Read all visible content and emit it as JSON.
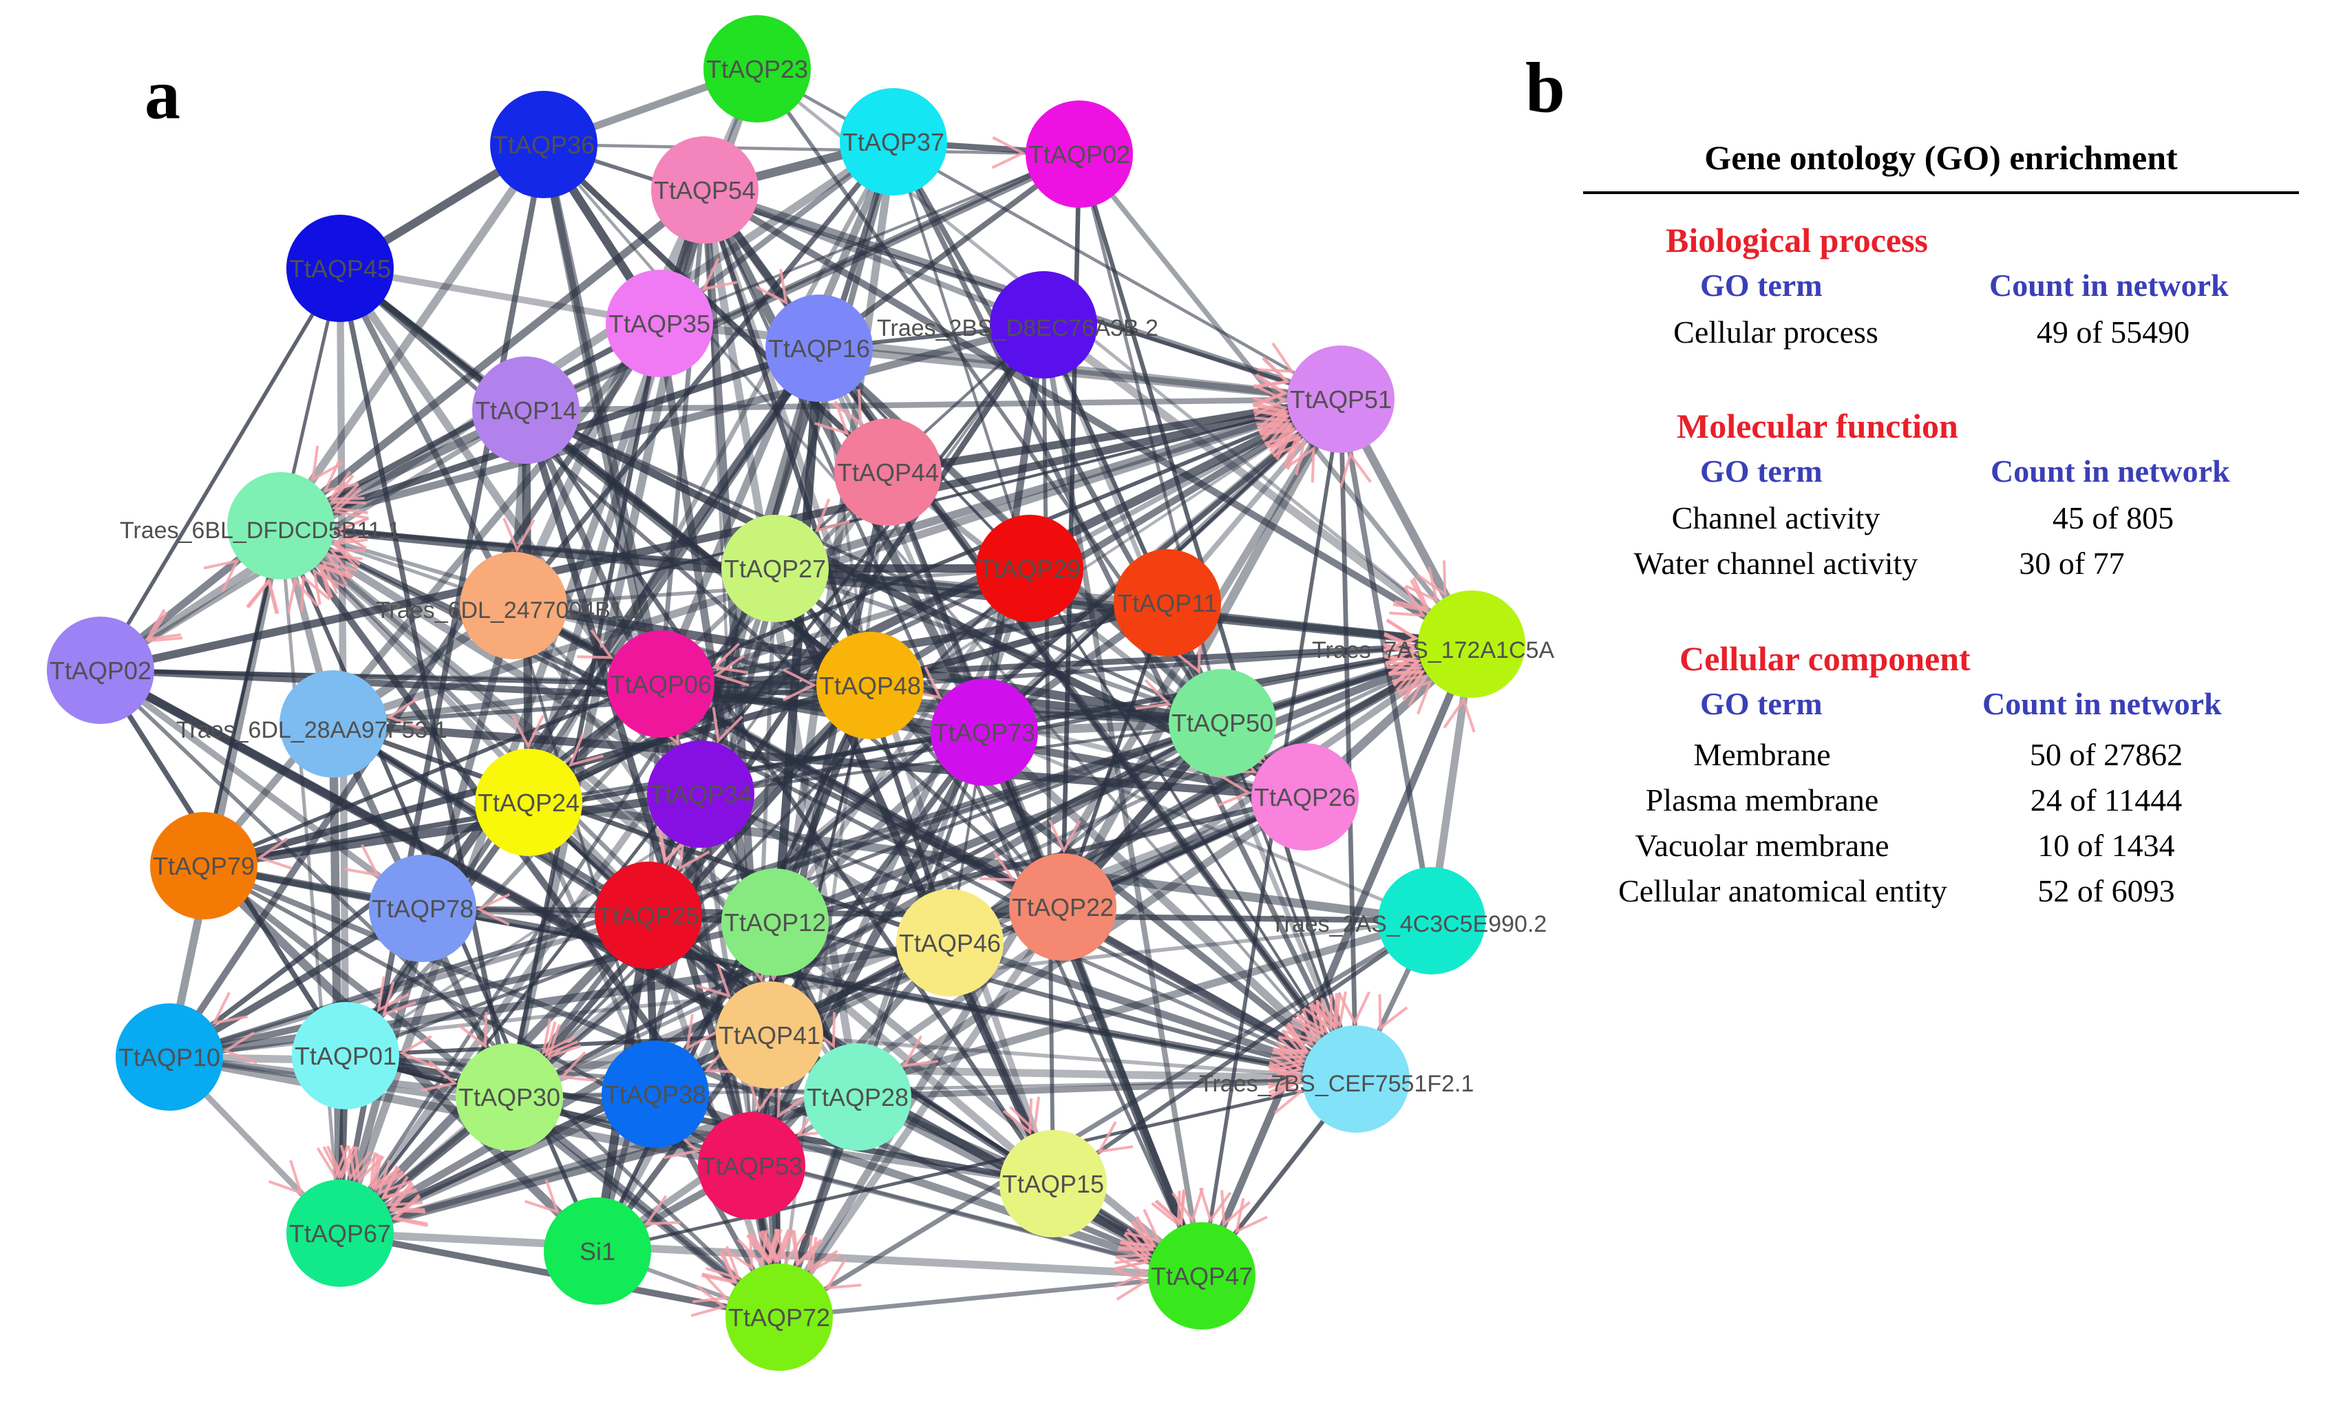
{
  "panels": {
    "a": "a",
    "b": "b"
  },
  "network": {
    "nodes": [
      {
        "id": "TtAQP23",
        "label": "TtAQP23",
        "color": "#22e022"
      },
      {
        "id": "TtAQP36",
        "label": "TtAQP36",
        "color": "#1428e8"
      },
      {
        "id": "TtAQP37",
        "label": "TtAQP37",
        "color": "#14e6f4"
      },
      {
        "id": "TtAQP02b",
        "label": "TtAQP02",
        "color": "#ee12e2"
      },
      {
        "id": "TtAQP54",
        "label": "TtAQP54",
        "color": "#f484bc"
      },
      {
        "id": "TtAQP45",
        "label": "TtAQP45",
        "color": "#1010e2"
      },
      {
        "id": "TtAQP35",
        "label": "TtAQP35",
        "color": "#f07af4"
      },
      {
        "id": "TtAQP16",
        "label": "TtAQP16",
        "color": "#7c88f8"
      },
      {
        "id": "Traes_2BS",
        "label": "Traes_2BS_D8EC76A3B.2",
        "color": "#5a10ec"
      },
      {
        "id": "TtAQP14",
        "label": "TtAQP14",
        "color": "#b282ec"
      },
      {
        "id": "TtAQP51",
        "label": "TtAQP51",
        "color": "#d888f2"
      },
      {
        "id": "TtAQP44",
        "label": "TtAQP44",
        "color": "#f27c9a"
      },
      {
        "id": "Traes_6BL",
        "label": "Traes_6BL_DFDCD5B11.1",
        "color": "#7ef0b4"
      },
      {
        "id": "TtAQP27",
        "label": "TtAQP27",
        "color": "#c8f47a"
      },
      {
        "id": "TtAQP29",
        "label": "TtAQP29",
        "color": "#f00c0c"
      },
      {
        "id": "TtAQP11",
        "label": "TtAQP11",
        "color": "#f44010"
      },
      {
        "id": "Traes_6DL_247",
        "label": "Traes_6DL_2477004B1.1",
        "color": "#f8aa78"
      },
      {
        "id": "TtAQP02",
        "label": "TtAQP02",
        "color": "#9c82f4"
      },
      {
        "id": "Traes_7AS",
        "label": "Traes_7AS_172A1C5AC.1",
        "color": "#b6f410"
      },
      {
        "id": "TtAQP06",
        "label": "TtAQP06",
        "color": "#f0169c"
      },
      {
        "id": "TtAQP48",
        "label": "TtAQP48",
        "color": "#f8b408"
      },
      {
        "id": "Traes_6DL_28A",
        "label": "Traes_6DL_28AA97F53.1",
        "color": "#7cbcf0"
      },
      {
        "id": "TtAQP73",
        "label": "TtAQP73",
        "color": "#d010ec"
      },
      {
        "id": "TtAQP50",
        "label": "TtAQP50",
        "color": "#7aea9a"
      },
      {
        "id": "TtAQP34",
        "label": "TtAQP34",
        "color": "#8610e2"
      },
      {
        "id": "TtAQP24",
        "label": "TtAQP24",
        "color": "#f8f808"
      },
      {
        "id": "TtAQP26",
        "label": "TtAQP26",
        "color": "#f882dc"
      },
      {
        "id": "TtAQP79",
        "label": "TtAQP79",
        "color": "#f47a06"
      },
      {
        "id": "Traes_2AS",
        "label": "Traes_2AS_4C3C5E990.2",
        "color": "#12eace"
      },
      {
        "id": "TtAQP78",
        "label": "TtAQP78",
        "color": "#7c9af4"
      },
      {
        "id": "TtAQP25",
        "label": "TtAQP25",
        "color": "#ec0c24"
      },
      {
        "id": "TtAQP12",
        "label": "TtAQP12",
        "color": "#86ea80"
      },
      {
        "id": "TtAQP46",
        "label": "TtAQP46",
        "color": "#f8ea80"
      },
      {
        "id": "TtAQP22",
        "label": "TtAQP22",
        "color": "#f48870"
      },
      {
        "id": "TtAQP41",
        "label": "TtAQP41",
        "color": "#f8c87e"
      },
      {
        "id": "TtAQP10",
        "label": "TtAQP10",
        "color": "#08aaf2"
      },
      {
        "id": "TtAQP01",
        "label": "TtAQP01",
        "color": "#7cf4f4"
      },
      {
        "id": "TtAQP30",
        "label": "TtAQP30",
        "color": "#a8f47c"
      },
      {
        "id": "TtAQP38",
        "label": "TtAQP38",
        "color": "#0a6cf0"
      },
      {
        "id": "TtAQP28",
        "label": "TtAQP28",
        "color": "#7ef2c8"
      },
      {
        "id": "Traes_7BS",
        "label": "Traes_7BS_CEF7551F2.1",
        "color": "#82e2f8"
      },
      {
        "id": "TtAQP53",
        "label": "TtAQP53",
        "color": "#f01462"
      },
      {
        "id": "TtAQP15",
        "label": "TtAQP15",
        "color": "#e8f480"
      },
      {
        "id": "TtAQP67",
        "label": "TtAQP67",
        "color": "#12ea8a"
      },
      {
        "id": "Si1",
        "label": "Si1",
        "color": "#12ea56"
      },
      {
        "id": "TtAQP72",
        "label": "TtAQP72",
        "color": "#7cf012"
      },
      {
        "id": "TtAQP47",
        "label": "TtAQP47",
        "color": "#38e81c"
      }
    ]
  },
  "go": {
    "title": "Gene ontology (GO) enrichment",
    "sections": [
      {
        "heading": "Biological process",
        "term_header": "GO term",
        "count_header": "Count in network",
        "rows": [
          {
            "term": "Cellular  process",
            "count": "49 of 55490"
          }
        ]
      },
      {
        "heading": "Molecular function",
        "term_header": "GO term",
        "count_header": "Count in network",
        "rows": [
          {
            "term": "Channel activity",
            "count": "45 of 805"
          },
          {
            "term": "Water channel activity",
            "count": "30 of 77"
          }
        ]
      },
      {
        "heading": "Cellular component",
        "term_header": "GO term",
        "count_header": "Count in network",
        "rows": [
          {
            "term": "Membrane",
            "count": "50 of 27862"
          },
          {
            "term": "Plasma membrane",
            "count": "24 of 11444"
          },
          {
            "term": "Vacuolar membrane",
            "count": "10 of 1434"
          },
          {
            "term": "Cellular anatomical entity",
            "count": "52 of  6093"
          }
        ]
      }
    ]
  }
}
